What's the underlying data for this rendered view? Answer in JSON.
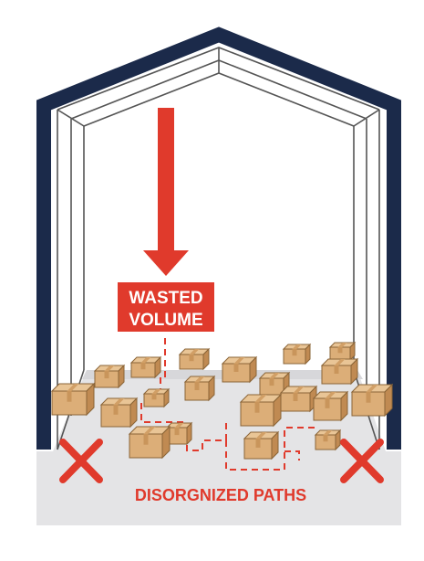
{
  "labels": {
    "wasted_line1": "WASTED",
    "wasted_line2": "VOLUME",
    "paths_label": "DISORGNIZED PATHS"
  },
  "icons": {
    "left_cross": "x-mark-icon",
    "right_cross": "x-mark-icon",
    "arrow": "down-arrow-icon",
    "box": "cardboard-box-icon"
  },
  "colors": {
    "frame": "#1b2a4a",
    "accent_red": "#e03a2c",
    "floor": "#e4e4e6",
    "box_face": "#dcae78",
    "box_top": "#e9c596",
    "box_side": "#c08a52"
  }
}
